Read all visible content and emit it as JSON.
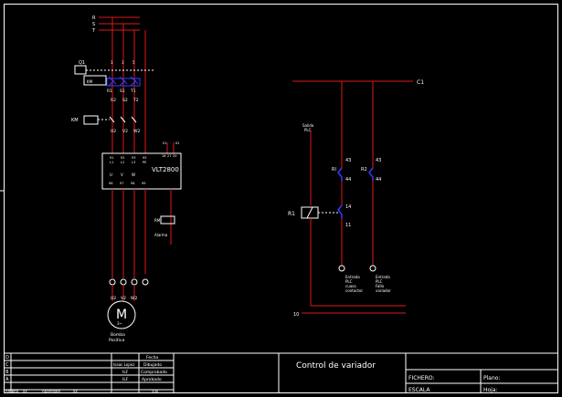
{
  "colors": {
    "background": "#000000",
    "frame": "#ffffff",
    "power_wire": "#e01818",
    "control_wire": "#e01818",
    "contactor": "#3a3aff",
    "text": "#ffffff"
  },
  "left_circuit": {
    "phase_labels": [
      "R",
      "S",
      "T"
    ],
    "contactor_label": "KM",
    "breaker_label": "Q1",
    "breaker_terminals": [
      "1",
      "3",
      "5"
    ],
    "breaker_out_labels": [
      "R1",
      "S1",
      "T1"
    ],
    "overload_label": "KM",
    "overload_out_labels": [
      "R2",
      "S2",
      "T2"
    ],
    "contactor_out_labels": [
      "U2",
      "V2",
      "W2"
    ],
    "drive_model": "VLT2800",
    "drive_in_labels": [
      "91",
      "92",
      "93",
      "95"
    ],
    "drive_in_sub": [
      "L1",
      "L2",
      "L3",
      "PE"
    ],
    "drive_out_labels": [
      "U",
      "V",
      "W"
    ],
    "drive_out_numbers": [
      "96",
      "97",
      "98",
      "99"
    ],
    "drive_side_labels": [
      "18",
      "27",
      "20"
    ],
    "drive_relay_labels": [
      "01",
      "02"
    ],
    "alarm_relay_label": "RM",
    "alarm_text": "Alarma",
    "motor_terminal_labels": [
      "U2",
      "V2",
      "W2"
    ],
    "motor_letter": "M",
    "motor_phase": "3~",
    "motor_caption_1": "Bomba",
    "motor_caption_2": "Positiva"
  },
  "right_circuit": {
    "top_bus_label": "C1",
    "bottom_bus_label": "10",
    "plc_output_line1": "Salida",
    "plc_output_line2": "PLC",
    "relay_left_label": "RI",
    "relay_left_top": "43",
    "relay_left_bottom": "44",
    "relay_right_label": "R2",
    "relay_right_top": "43",
    "relay_right_bottom": "44",
    "coil_label": "R1",
    "contact_top": "14",
    "contact_bottom": "11",
    "input1_lines": [
      "Entrada",
      "PLC",
      "cuasa",
      "contactor"
    ],
    "input2_lines": [
      "Entrada",
      "PLC",
      "Fallo",
      "variador"
    ]
  },
  "title_block": {
    "rev_letters": [
      "D",
      "C",
      "B",
      "A"
    ],
    "ambit_label": "Ambito",
    "ambit_value": "xx",
    "ambit_caption": "Aparellaje",
    "ambit_value2": "xx",
    "col_fecha": "Fecha",
    "role_rows": [
      {
        "name": "Isaac Lopez",
        "role": "Dibujado"
      },
      {
        "name": "ILF",
        "role": "Comprobado"
      },
      {
        "name": "ILF",
        "role": "Aprobado"
      },
      {
        "name": "",
        "role": "V.B"
      }
    ],
    "drawing_title": "Control de variador",
    "fichero_label": "FICHERO:",
    "plano_label": "Plano:",
    "escala_label": "ESCALA",
    "hoja_label": "Hoja:"
  }
}
